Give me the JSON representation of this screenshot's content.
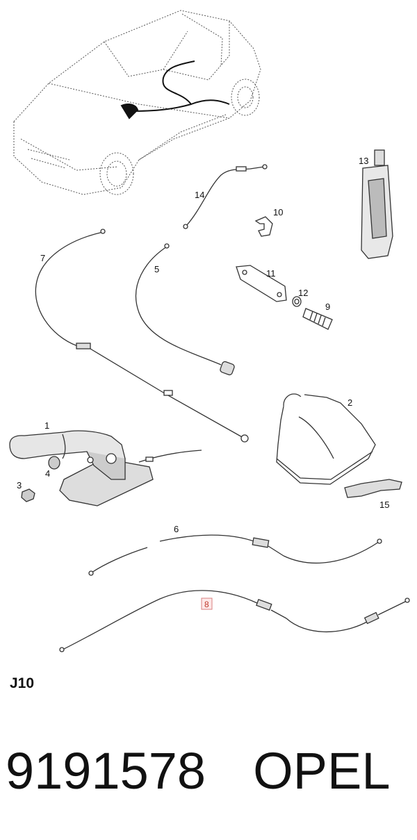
{
  "callouts": {
    "c1": "1",
    "c2": "2",
    "c3": "3",
    "c4": "4",
    "c5": "5",
    "c6": "6",
    "c7": "7",
    "c8": "8",
    "c9": "9",
    "c10": "10",
    "c11": "11",
    "c12": "12",
    "c13": "13",
    "c14": "14",
    "c15": "15"
  },
  "highlighted_callout": "8",
  "section_code": "J10",
  "part_number": "9191578",
  "brand": "OPEL",
  "colors": {
    "line": "#333333",
    "highlight_fill": "#fde9e9",
    "highlight_stroke": "#d98080"
  }
}
